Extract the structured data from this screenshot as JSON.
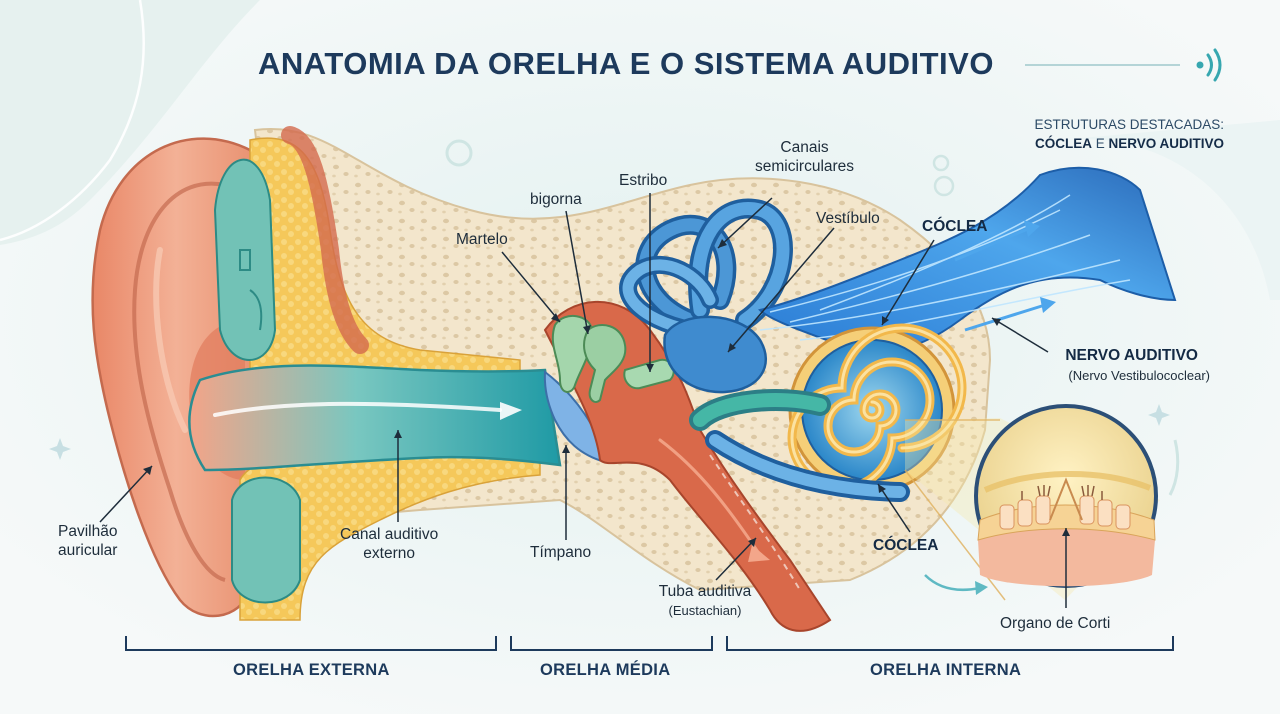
{
  "title": "ANATOMIA DA ORELHA E O SISTEMA AUDITIVO",
  "highlight": {
    "heading": "ESTRUTURAS DESTACADAS:",
    "part1": "CÓCLEA",
    "connector": " E ",
    "part2": "NERVO AUDITIVO"
  },
  "labels": {
    "pavilhao": [
      "Pavilhão",
      "auricular"
    ],
    "canal": [
      "Canal auditivo",
      "externo"
    ],
    "timpano": "Tímpano",
    "martelo": "Martelo",
    "bigorna": "bigorna",
    "estribo": "Estribo",
    "canais": [
      "Canais",
      "semicirculares"
    ],
    "vestibulo": "Vestíbulo",
    "coclea_top": "CÓCLEA",
    "coclea_bottom": "CÓCLEA",
    "nervo": "NERVO AUDITIVO",
    "nervo_sub": "(Nervo Vestibulococlear)",
    "tuba": "Tuba auditiva",
    "tuba_sub": "(Eustachian)",
    "organo": "Organo de Corti"
  },
  "sections": {
    "externa": "ORELHA EXTERNA",
    "media": "ORELHA MÉDIA",
    "interna": "ORELHA INTERNA"
  },
  "colors": {
    "title": "#1d3a5c",
    "ear_skin": "#f0a07e",
    "canal": "#3fb1b4",
    "bone": "#f1e2c6",
    "ossicles": "#9ccfa6",
    "labyrinth": "#3e86c8",
    "nerve": "#3a8fdc",
    "cochlea_ring": "#e4a63f"
  }
}
